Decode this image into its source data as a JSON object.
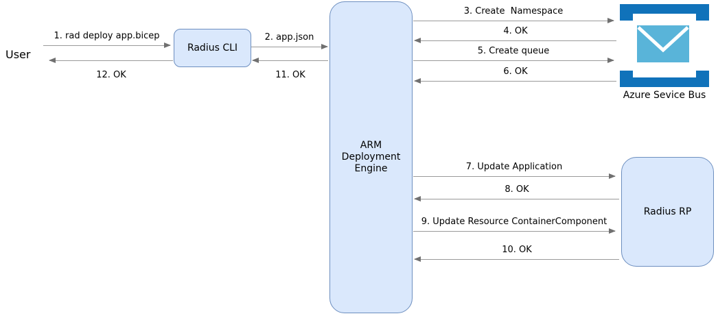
{
  "diagram": {
    "actors": [
      {
        "id": "user",
        "label": "User"
      },
      {
        "id": "radius-cli",
        "label": "Radius CLI"
      },
      {
        "id": "arm-deployment-engine",
        "label_lines": [
          "ARM",
          "Deployment",
          "Engine"
        ]
      },
      {
        "id": "azure-service-bus",
        "label": "Azure Sevice Bus",
        "icon": "service-bus-envelope-icon"
      },
      {
        "id": "radius-rp",
        "label": "Radius RP"
      }
    ],
    "messages": [
      {
        "num": 1,
        "label": "1. rad deploy app.bicep",
        "from": "user",
        "to": "radius-cli",
        "direction": "right"
      },
      {
        "num": 2,
        "label": "2. app.json",
        "from": "radius-cli",
        "to": "arm-deployment-engine",
        "direction": "right"
      },
      {
        "num": 3,
        "label": "3. Create  Namespace",
        "from": "arm-deployment-engine",
        "to": "azure-service-bus",
        "direction": "right"
      },
      {
        "num": 4,
        "label": "4. OK",
        "from": "azure-service-bus",
        "to": "arm-deployment-engine",
        "direction": "left"
      },
      {
        "num": 5,
        "label": "5. Create queue",
        "from": "arm-deployment-engine",
        "to": "azure-service-bus",
        "direction": "right"
      },
      {
        "num": 6,
        "label": "6. OK",
        "from": "azure-service-bus",
        "to": "arm-deployment-engine",
        "direction": "left"
      },
      {
        "num": 7,
        "label": "7. Update Application",
        "from": "arm-deployment-engine",
        "to": "radius-rp",
        "direction": "right"
      },
      {
        "num": 8,
        "label": "8. OK",
        "from": "radius-rp",
        "to": "arm-deployment-engine",
        "direction": "left"
      },
      {
        "num": 9,
        "label": "9. Update Resource ContainerComponent",
        "from": "arm-deployment-engine",
        "to": "radius-rp",
        "direction": "right"
      },
      {
        "num": 10,
        "label": "10. OK",
        "from": "radius-rp",
        "to": "arm-deployment-engine",
        "direction": "left"
      },
      {
        "num": 11,
        "label": "11. OK",
        "from": "arm-deployment-engine",
        "to": "radius-cli",
        "direction": "left"
      },
      {
        "num": 12,
        "label": "12. OK",
        "from": "radius-cli",
        "to": "user",
        "direction": "left"
      }
    ],
    "colors": {
      "background": "#ffffff",
      "node_fill": "#dae8fc",
      "node_border": "#6c8ebf",
      "arrow_line": "#999999",
      "arrow_head": "#707070",
      "icon_dark_blue": "#1072ba",
      "icon_light_blue": "#59b4d9",
      "text": "#000000"
    }
  }
}
